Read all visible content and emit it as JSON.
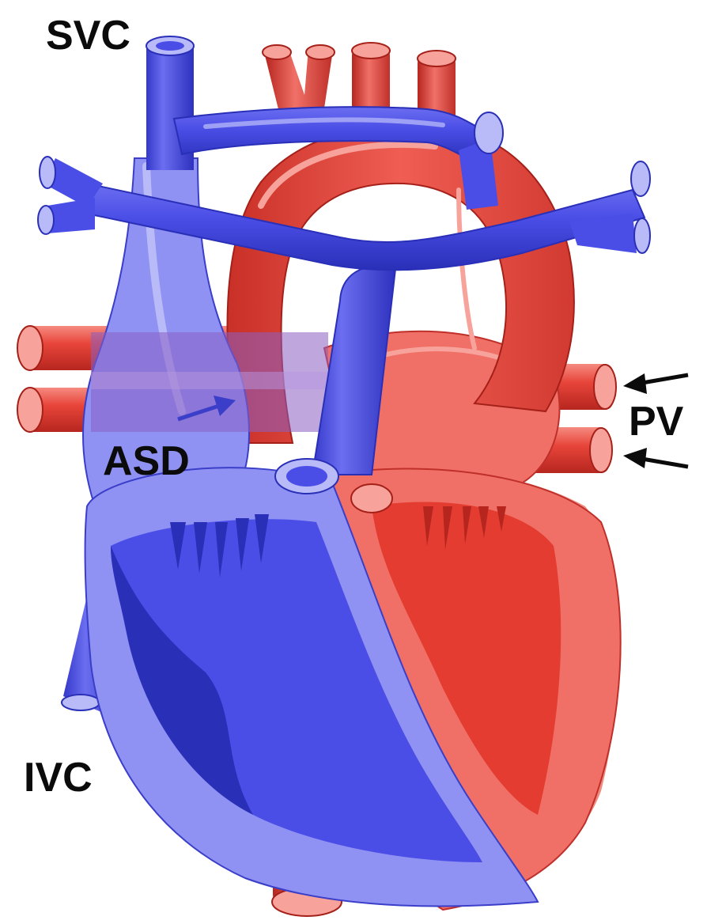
{
  "labels": {
    "svc": "SVC",
    "ivc": "IVC",
    "asd": "ASD",
    "pv": "PV"
  },
  "colors": {
    "deoxygenated": "#4b4ee6",
    "deoxygenated_dark": "#2a2fb8",
    "deoxygenated_light": "#8f92f3",
    "oxygenated": "#e8453a",
    "oxygenated_dark": "#b6261f",
    "oxygenated_light": "#f28a80",
    "shunt": "#8a5fc2",
    "label_text": "#0b0b0b"
  }
}
